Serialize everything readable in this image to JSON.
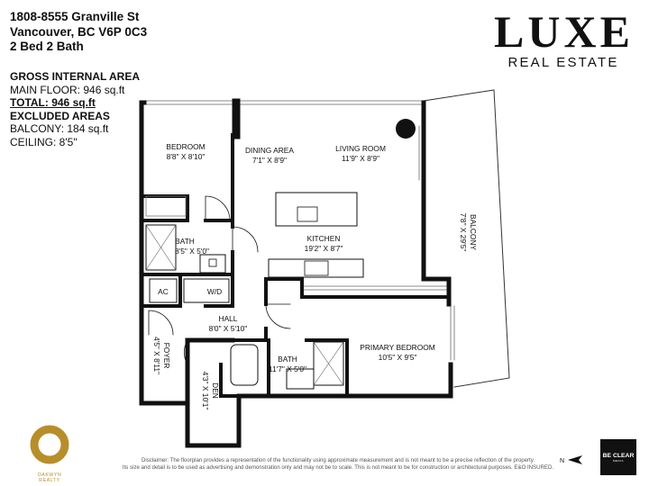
{
  "listing": {
    "address_line1": "1808-8555 Granville St",
    "address_line2": "Vancouver, BC V6P 0C3",
    "beds_baths": "2 Bed 2 Bath"
  },
  "areas": {
    "gross_heading": "GROSS INTERNAL AREA",
    "main_floor": "MAIN FLOOR: 946 sq.ft",
    "total": "TOTAL: 946 sq.ft",
    "excluded_heading": "EXCLUDED AREAS",
    "balcony": "BALCONY: 184 sq.ft",
    "ceiling": "CEILING: 8'5\""
  },
  "brand": {
    "logo_word": "LUXE",
    "logo_sub": "REAL ESTATE",
    "oakwyn": "OAKWYN REALTY",
    "beclear": "BE CLEAR",
    "beclear_sub": "MEDIA"
  },
  "disclaimer": {
    "line1": "Disclaimer: The floorplan provides a representation of the functionality using approximate measurement and is not meant to be a precise reflection of the property.",
    "line2": "Its size and detail is to be used as advertising and demonstration only and may not be to scale. This is not meant to be for construction or architectural purposes. E&O INSURED."
  },
  "compass": {
    "label": "N"
  },
  "rooms": {
    "bedroom": {
      "name": "BEDROOM",
      "dims": "8'8\" X 8'10\""
    },
    "dining": {
      "name": "DINING AREA",
      "dims": "7'1\" X 8'9\""
    },
    "living": {
      "name": "LIVING ROOM",
      "dims": "11'9\" X 8'9\""
    },
    "balcony": {
      "name": "BALCONY",
      "dims": "7'8\" X 29'5\""
    },
    "bath1": {
      "name": "BATH",
      "dims": "8'5\" X 5'0\""
    },
    "kitchen": {
      "name": "KITCHEN",
      "dims": "19'2\" X 8'7\""
    },
    "ac": {
      "name": "AC"
    },
    "wd": {
      "name": "W/D"
    },
    "hall": {
      "name": "HALL",
      "dims": "8'0\" X 5'10\""
    },
    "foyer": {
      "name": "FOYER",
      "dims": "4'5\" X 8'11\""
    },
    "primary": {
      "name": "PRIMARY BEDROOM",
      "dims": "10'5\" X 9'5\""
    },
    "bath2": {
      "name": "BATH",
      "dims": "11'7\" X 5'0\""
    },
    "den": {
      "name": "DEN",
      "dims": "4'3\" X 10'1\""
    }
  },
  "colors": {
    "wall": "#111111",
    "accent_gold": "#b88e2a",
    "fixture_gray": "#888888"
  }
}
